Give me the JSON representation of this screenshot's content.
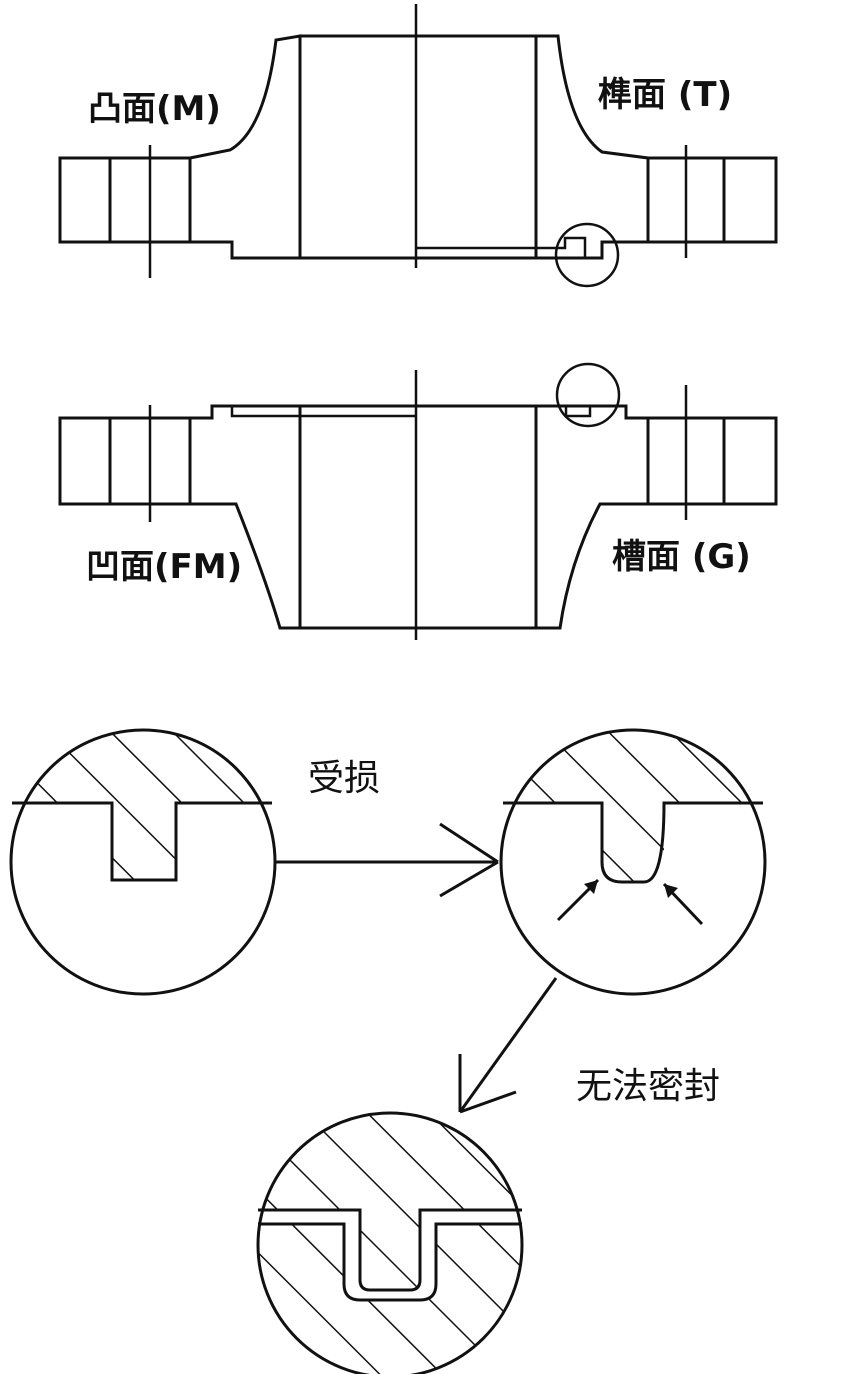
{
  "labels": {
    "male_face": "凸面(M)",
    "tongue_face": "榫面 (T)",
    "female_face": "凹面(FM)",
    "groove_face": "槽面 (G)",
    "damaged": "受损",
    "cannot_seal": "无法密封"
  },
  "colors": {
    "ink": "#111111",
    "background": "#ffffff"
  }
}
